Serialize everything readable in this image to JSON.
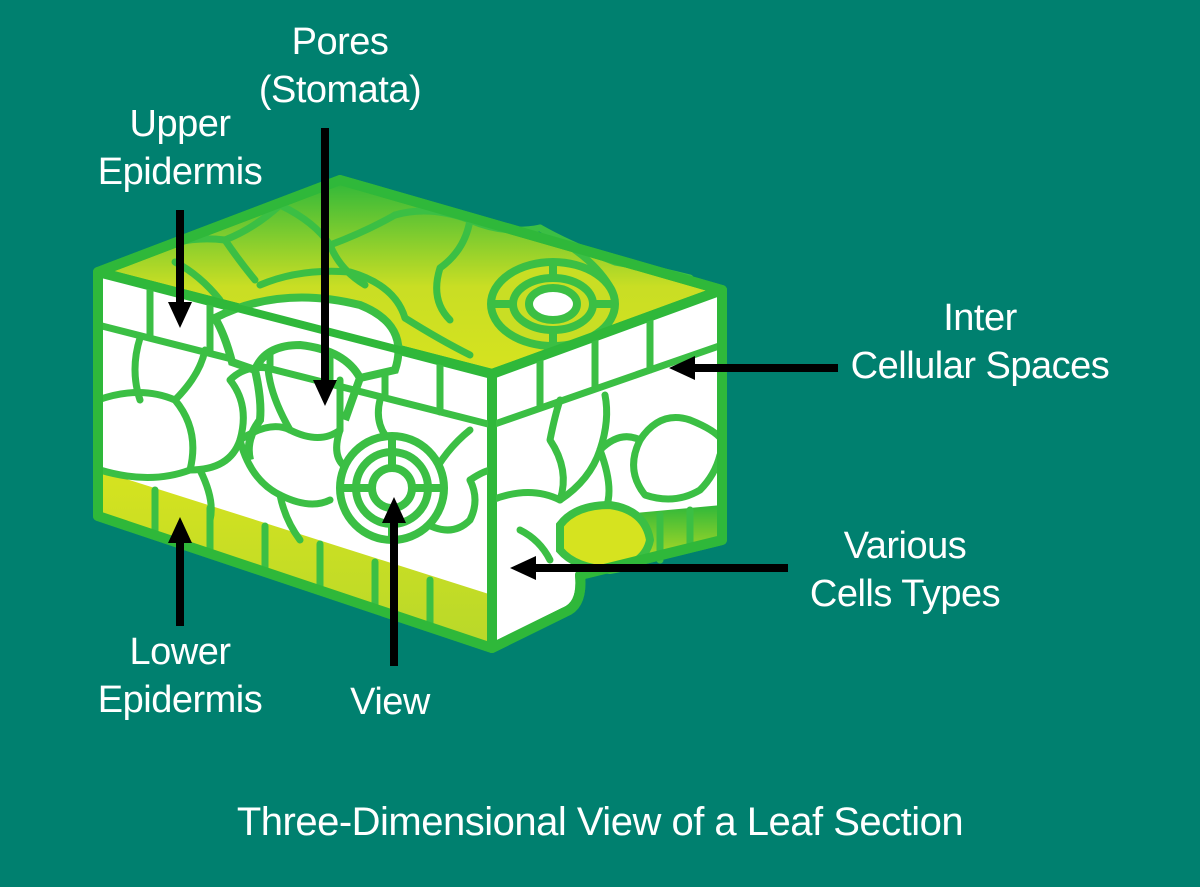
{
  "colors": {
    "background": "#00806f",
    "cell_stroke": "#3bbf44",
    "cell_fill": "#ffffff",
    "epidermis_yellow": "#d6e31f",
    "outer_green": "#2fb83a",
    "arrow": "#000000",
    "text": "#ffffff"
  },
  "labels": {
    "pores": [
      "Pores",
      "(Stomata)"
    ],
    "upper_epidermis": [
      "Upper",
      "Epidermis"
    ],
    "inter_cellular": [
      "Inter",
      "Cellular Spaces"
    ],
    "various_cells": [
      "Various",
      "Cells Types"
    ],
    "lower_epidermis": [
      "Lower",
      "Epidermis"
    ],
    "view": "View"
  },
  "caption": "Three-Dimensional View of a Leaf Section"
}
